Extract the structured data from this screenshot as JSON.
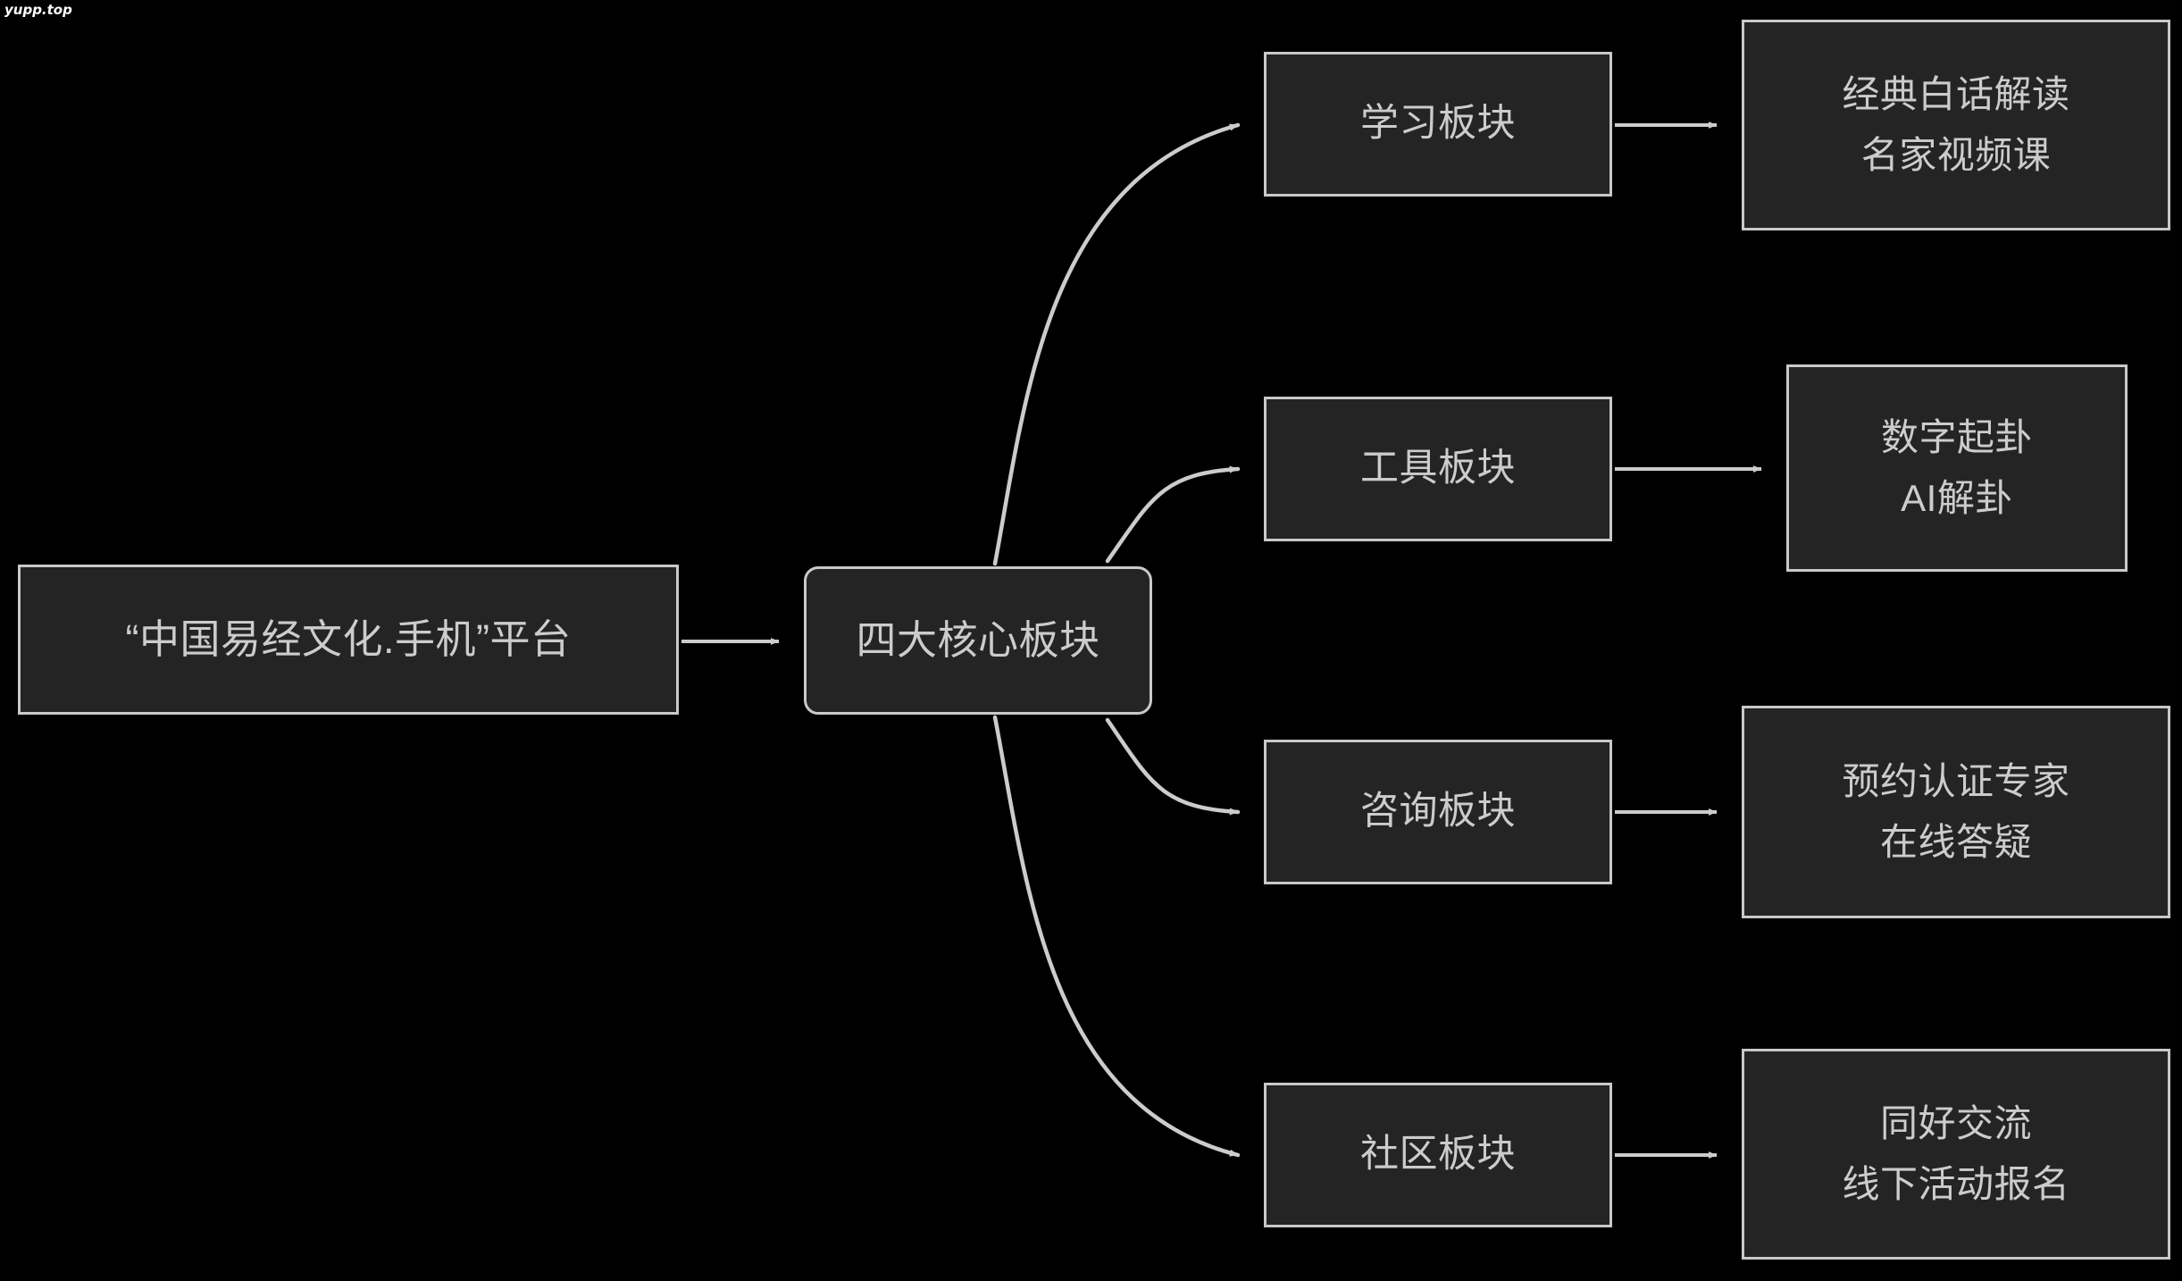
{
  "watermark": "yupp.top",
  "diagram": {
    "type": "flowchart",
    "direction": "left-to-right",
    "background_color": "#000000",
    "node_fill_color": "#242424",
    "node_border_color": "#c9c9c9",
    "text_color": "#cccccc",
    "edge_color": "#cccccc",
    "root": {
      "id": "root",
      "shape": "rectangle",
      "lines": [
        "“中国易经文化.手机”平台"
      ]
    },
    "hub": {
      "id": "hub",
      "shape": "rounded-rectangle",
      "lines": [
        "四大核心板块"
      ]
    },
    "branches": [
      {
        "id": "branch-0",
        "shape": "rectangle",
        "lines": [
          "学习板块"
        ],
        "detail": {
          "id": "detail-0",
          "shape": "rectangle",
          "lines": [
            "经典白话解读",
            "名家视频课"
          ]
        }
      },
      {
        "id": "branch-1",
        "shape": "rectangle",
        "lines": [
          "工具板块"
        ],
        "detail": {
          "id": "detail-1",
          "shape": "rectangle",
          "lines": [
            "数字起卦",
            "AI解卦"
          ]
        }
      },
      {
        "id": "branch-2",
        "shape": "rectangle",
        "lines": [
          "咨询板块"
        ],
        "detail": {
          "id": "detail-2",
          "shape": "rectangle",
          "lines": [
            "预约认证专家",
            "在线答疑"
          ]
        }
      },
      {
        "id": "branch-3",
        "shape": "rectangle",
        "lines": [
          "社区板块"
        ],
        "detail": {
          "id": "detail-3",
          "shape": "rectangle",
          "lines": [
            "同好交流",
            "线下活动报名"
          ]
        }
      }
    ],
    "edges": [
      {
        "from": "root",
        "to": "hub",
        "style": "straight",
        "arrow": "triangle"
      },
      {
        "from": "hub",
        "to": "branch-0",
        "style": "curved",
        "arrow": "triangle"
      },
      {
        "from": "hub",
        "to": "branch-1",
        "style": "curved",
        "arrow": "triangle"
      },
      {
        "from": "hub",
        "to": "branch-2",
        "style": "curved",
        "arrow": "triangle"
      },
      {
        "from": "hub",
        "to": "branch-3",
        "style": "curved",
        "arrow": "triangle"
      },
      {
        "from": "branch-0",
        "to": "detail-0",
        "style": "straight",
        "arrow": "triangle"
      },
      {
        "from": "branch-1",
        "to": "detail-1",
        "style": "straight",
        "arrow": "triangle"
      },
      {
        "from": "branch-2",
        "to": "detail-2",
        "style": "straight",
        "arrow": "triangle"
      },
      {
        "from": "branch-3",
        "to": "detail-3",
        "style": "straight",
        "arrow": "triangle"
      }
    ]
  }
}
